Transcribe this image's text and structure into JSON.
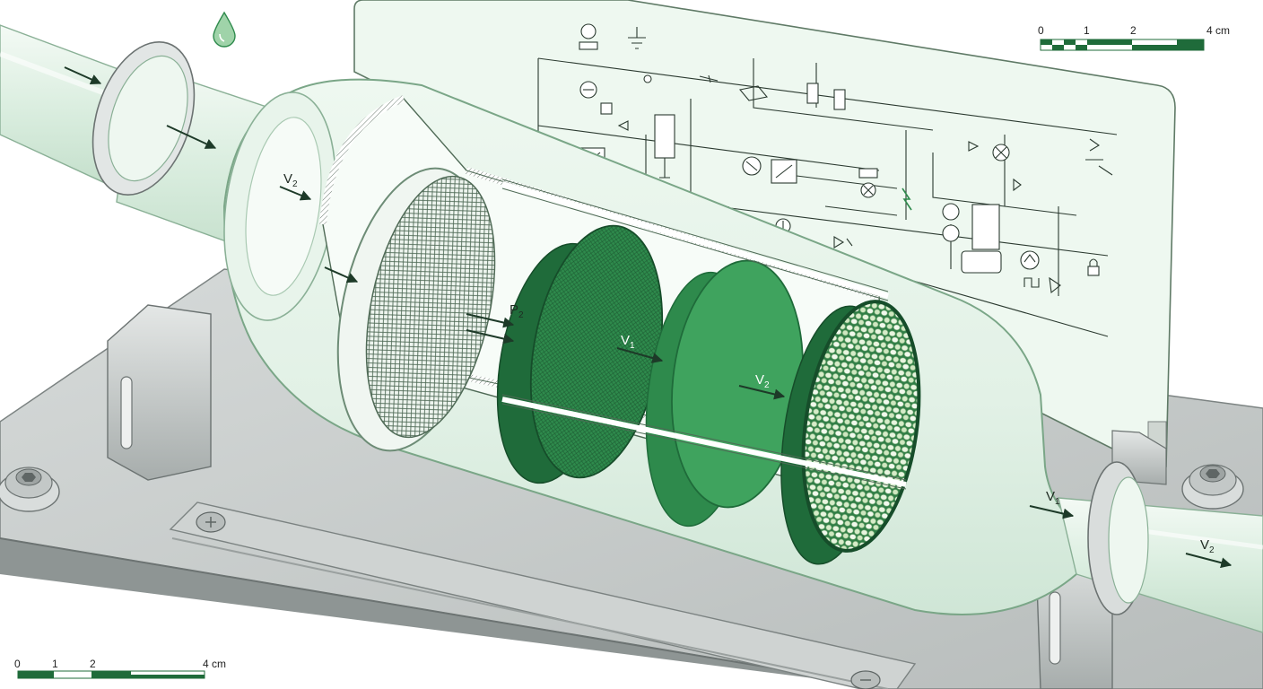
{
  "labels": {
    "v2_inlet": "V",
    "v2_inlet_sub": "2",
    "p2": "P",
    "p2_sub": "2",
    "v1_center": "V",
    "v1_center_sub": "1",
    "v2_center": "V",
    "v2_center_sub": "2",
    "v1_outlet": "V",
    "v1_outlet_sub": "1",
    "v2_outlet": "V",
    "v2_outlet_sub": "2"
  },
  "scale_top": {
    "ticks": [
      "0",
      "1",
      "2",
      "4 cm"
    ]
  },
  "scale_bottom": {
    "ticks": [
      "0",
      "1",
      "2",
      "4 cm"
    ]
  },
  "icons": {
    "drop": "water-drop-icon",
    "lock": "padlock-icon",
    "bolt": "bolt-icon"
  },
  "colors": {
    "filter_dark": "#1f6b3a",
    "filter_mid": "#2e8a4c",
    "filter_light": "#3fa35e",
    "glass": "#e9f5ec",
    "glass_edge": "#a9c9b2",
    "metal": "#c9cdcc",
    "metal_dark": "#9aa09f",
    "scale_green": "#1f6b3a"
  }
}
